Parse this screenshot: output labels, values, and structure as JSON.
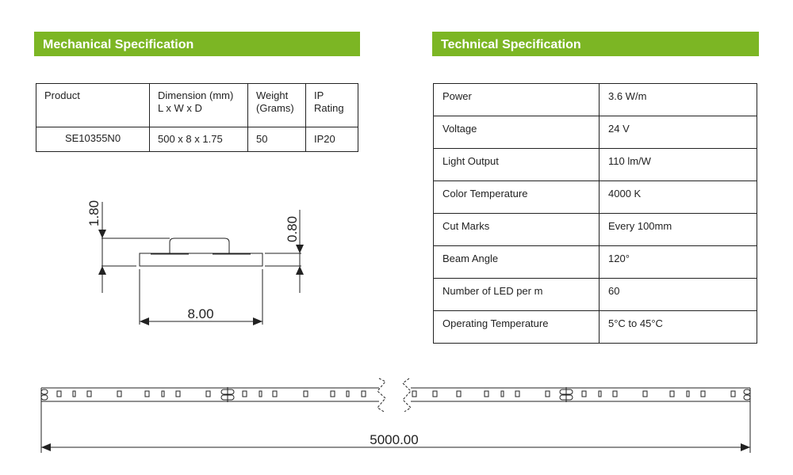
{
  "mechanical": {
    "title": "Mechanical Specification",
    "headers": [
      "Product",
      "Dimension (mm)",
      "L x W x D",
      "Weight",
      "(Grams)",
      "IP",
      "Rating"
    ],
    "row": {
      "product": "SE10355N0",
      "dimension": "500 x 8 x 1.75",
      "weight": "50",
      "ip": "IP20"
    }
  },
  "technical": {
    "title": "Technical  Specification",
    "rows": [
      {
        "label": "Power",
        "value": "3.6 W/m"
      },
      {
        "label": "Voltage",
        "value": "24 V"
      },
      {
        "label": "Light Output",
        "value": "110 lm/W"
      },
      {
        "label": "Color Temperature",
        "value": "4000 K"
      },
      {
        "label": "Cut Marks",
        "value": "Every 100mm"
      },
      {
        "label": "Beam Angle",
        "value": "120°"
      },
      {
        "label": "Number of LED per m",
        "value": "60"
      },
      {
        "label": "Operating Temperature",
        "value": "5°C to 45°C"
      }
    ]
  },
  "drawing": {
    "height": "1.80",
    "pcb_thickness": "0.80",
    "width": "8.00",
    "length": "5000.00"
  },
  "colors": {
    "accent": "#7cb624"
  }
}
